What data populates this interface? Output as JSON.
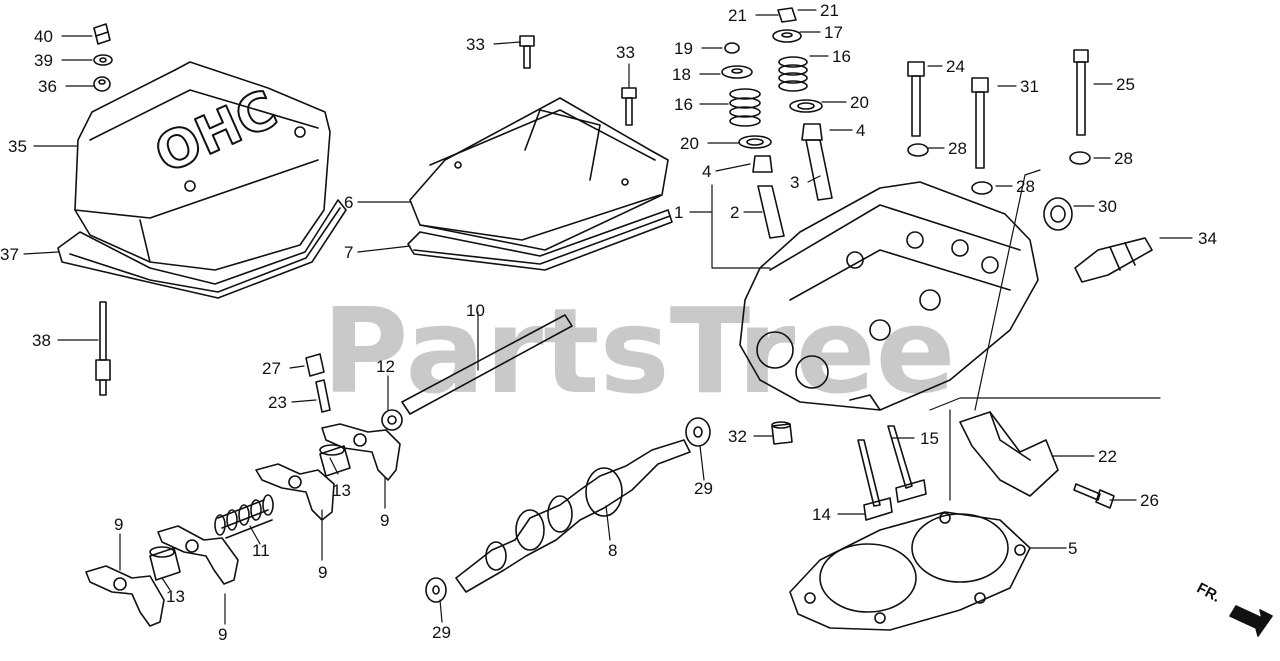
{
  "watermark": "PartsTree",
  "direction_marker": "FR.",
  "cover_text": "OHC",
  "callouts": [
    {
      "id": "40",
      "label": "40"
    },
    {
      "id": "39",
      "label": "39"
    },
    {
      "id": "36",
      "label": "36"
    },
    {
      "id": "35",
      "label": "35"
    },
    {
      "id": "37",
      "label": "37"
    },
    {
      "id": "38",
      "label": "38"
    },
    {
      "id": "33a",
      "label": "33"
    },
    {
      "id": "33b",
      "label": "33"
    },
    {
      "id": "6",
      "label": "6"
    },
    {
      "id": "7",
      "label": "7"
    },
    {
      "id": "21a",
      "label": "21"
    },
    {
      "id": "21b",
      "label": "21"
    },
    {
      "id": "17",
      "label": "17"
    },
    {
      "id": "19",
      "label": "19"
    },
    {
      "id": "16a",
      "label": "16"
    },
    {
      "id": "18",
      "label": "18"
    },
    {
      "id": "16b",
      "label": "16"
    },
    {
      "id": "20a",
      "label": "20"
    },
    {
      "id": "20b",
      "label": "20"
    },
    {
      "id": "4a",
      "label": "4"
    },
    {
      "id": "4b",
      "label": "4"
    },
    {
      "id": "3",
      "label": "3"
    },
    {
      "id": "1",
      "label": "1"
    },
    {
      "id": "2",
      "label": "2"
    },
    {
      "id": "24",
      "label": "24"
    },
    {
      "id": "28a",
      "label": "28"
    },
    {
      "id": "31",
      "label": "31"
    },
    {
      "id": "28b",
      "label": "28"
    },
    {
      "id": "25",
      "label": "25"
    },
    {
      "id": "28c",
      "label": "28"
    },
    {
      "id": "30",
      "label": "30"
    },
    {
      "id": "34",
      "label": "34"
    },
    {
      "id": "10",
      "label": "10"
    },
    {
      "id": "27",
      "label": "27"
    },
    {
      "id": "12",
      "label": "12"
    },
    {
      "id": "23",
      "label": "23"
    },
    {
      "id": "13a",
      "label": "13"
    },
    {
      "id": "9a",
      "label": "9"
    },
    {
      "id": "9b",
      "label": "9"
    },
    {
      "id": "11",
      "label": "11"
    },
    {
      "id": "9c",
      "label": "9"
    },
    {
      "id": "13b",
      "label": "13"
    },
    {
      "id": "9d",
      "label": "9"
    },
    {
      "id": "32",
      "label": "32"
    },
    {
      "id": "29a",
      "label": "29"
    },
    {
      "id": "29b",
      "label": "29"
    },
    {
      "id": "8",
      "label": "8"
    },
    {
      "id": "15",
      "label": "15"
    },
    {
      "id": "14",
      "label": "14"
    },
    {
      "id": "22",
      "label": "22"
    },
    {
      "id": "26",
      "label": "26"
    },
    {
      "id": "5",
      "label": "5"
    }
  ]
}
